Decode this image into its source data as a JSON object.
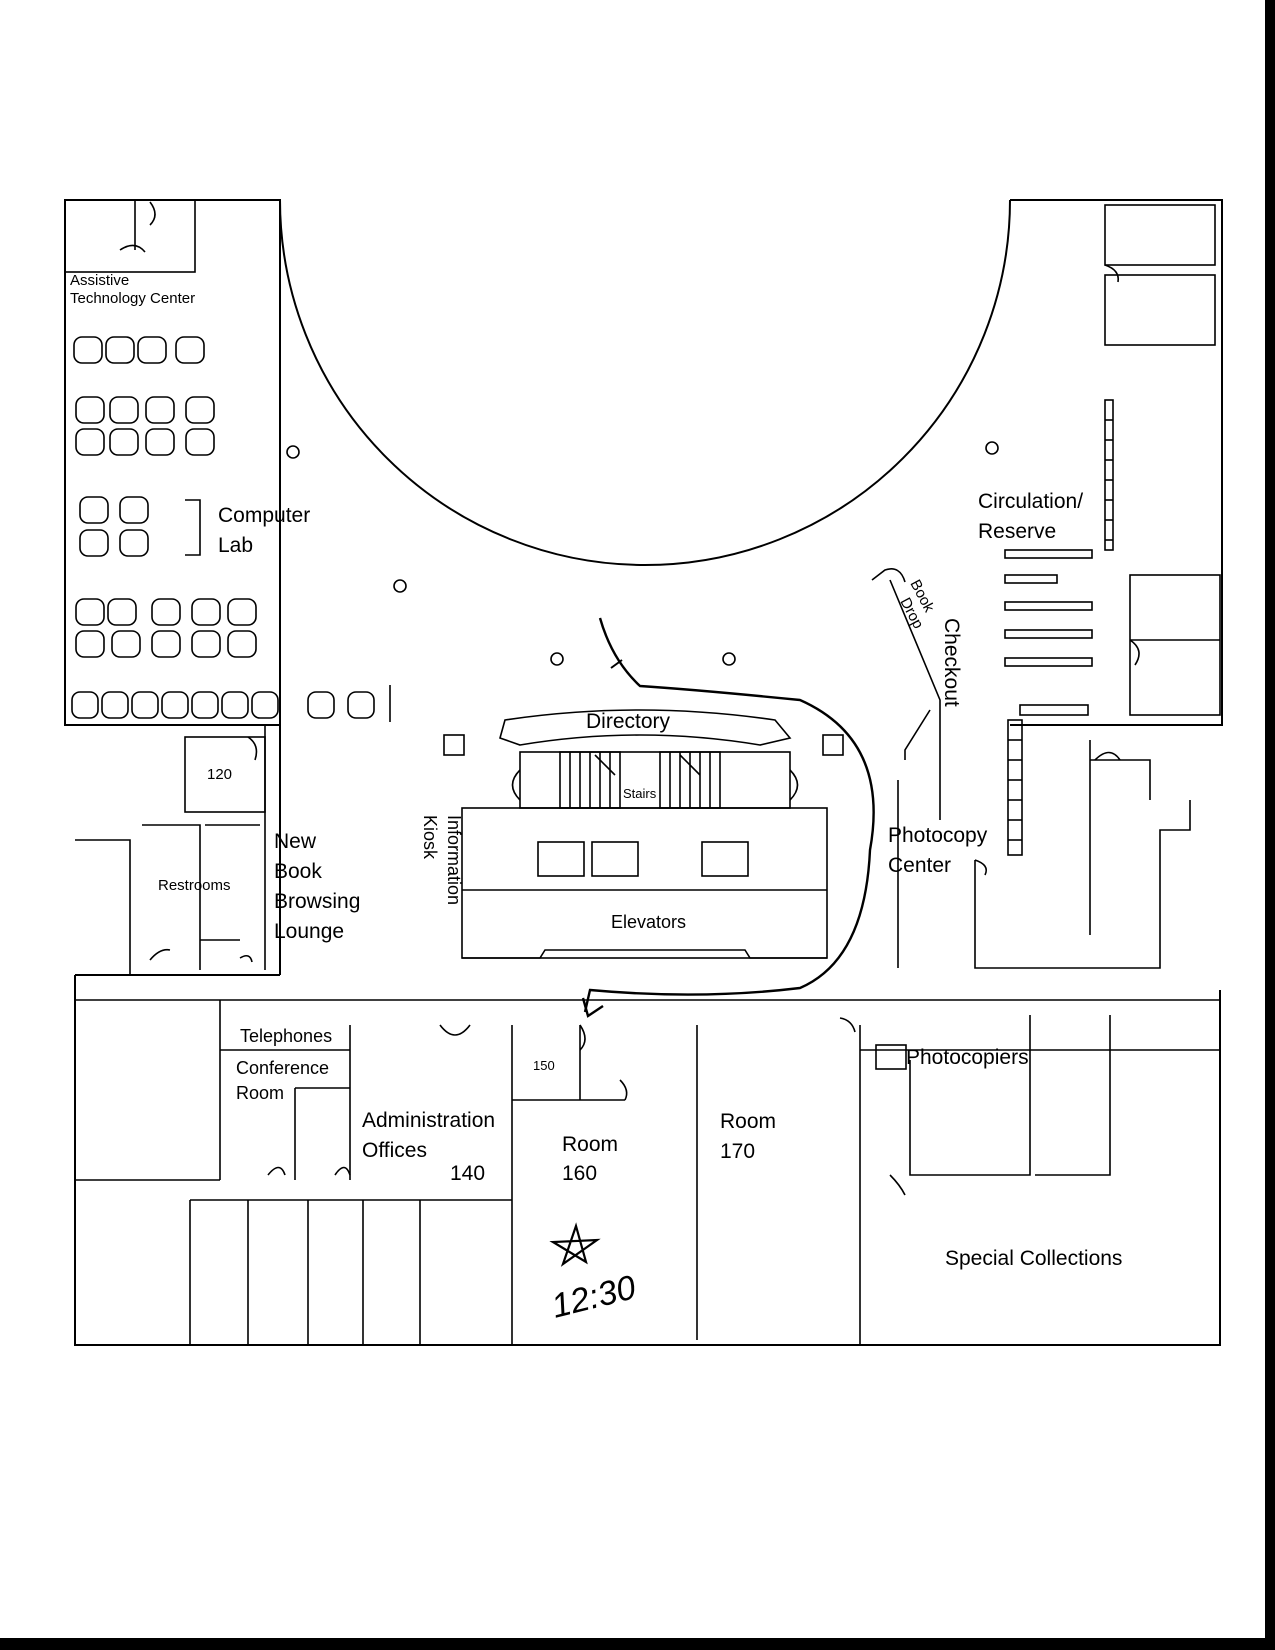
{
  "labels": {
    "assistive_1": "Assistive",
    "assistive_2": "Technology Center",
    "computer_1": "Computer",
    "computer_2": "Lab",
    "circulation_1": "Circulation/",
    "circulation_2": "Reserve",
    "book": "Book",
    "drop": "Drop",
    "checkout": "Checkout",
    "directory": "Directory",
    "stairs": "Stairs",
    "information": "Information",
    "kiosk": "Kiosk",
    "elevators": "Elevators",
    "room_120": "120",
    "restrooms": "Restrooms",
    "newbook_1": "New",
    "newbook_2": "Book",
    "newbook_3": "Browsing",
    "newbook_4": "Lounge",
    "photocopy_1": "Photocopy",
    "photocopy_2": "Center",
    "telephones": "Telephones",
    "conference_1": "Conference",
    "conference_2": "Room",
    "admin_1": "Administration",
    "admin_2": "Offices",
    "room_140": "140",
    "room_150": "150",
    "room160_1": "Room",
    "room160_2": "160",
    "room170_1": "Room",
    "room170_2": "170",
    "photocopiers": "Photocopiers",
    "special": "Special Collections"
  },
  "annotation": {
    "time": "12:30",
    "mark": "star"
  }
}
